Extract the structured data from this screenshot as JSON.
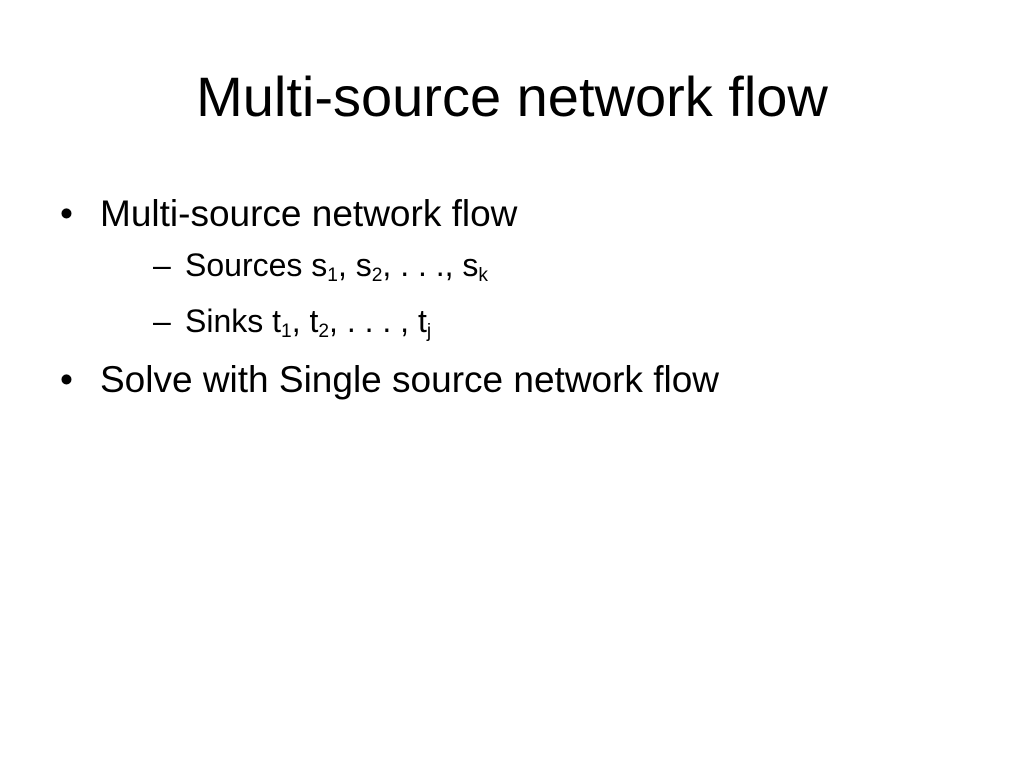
{
  "slide": {
    "title": "Multi-source network flow",
    "bullets": [
      {
        "text": "Multi-source network flow",
        "sub": [
          {
            "prefix": "Sources ",
            "terms": [
              {
                "base": "s",
                "sub": "1",
                "after": ", "
              },
              {
                "base": "s",
                "sub": "2",
                "after": ", . . ., "
              },
              {
                "base": "s",
                "sub": "k",
                "after": ""
              }
            ]
          },
          {
            "prefix": "Sinks ",
            "terms": [
              {
                "base": "t",
                "sub": "1",
                "after": ", "
              },
              {
                "base": "t",
                "sub": "2",
                "after": ", . . . , "
              },
              {
                "base": "t",
                "sub": "j",
                "after": ""
              }
            ]
          }
        ]
      },
      {
        "text": "Solve with Single source network flow"
      }
    ],
    "bullet_glyph": "•",
    "sub_glyph": "–"
  }
}
